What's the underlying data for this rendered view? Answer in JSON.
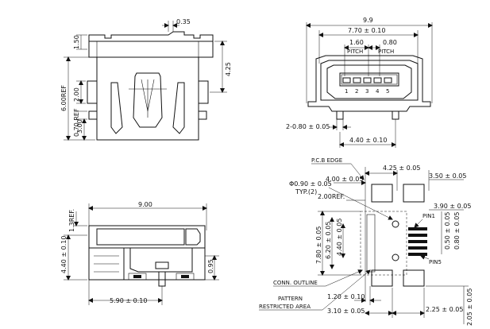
{
  "top_view": {
    "dim_035": "0.35",
    "dim_150": "1.50",
    "dim_425": "4.25",
    "dim_200": "2.00",
    "dim_600ref": "6.00REF",
    "dim_070ref": "0.70 REF",
    "dim_300": "3.00"
  },
  "front_view": {
    "dim_99": "9.9",
    "dim_770": "7.70 ± 0.10",
    "dim_160": "1.60",
    "dim_080": "0.80",
    "pitch_left": "PITCH",
    "pitch_right": "PITCH",
    "pins": [
      "1",
      "2",
      "3",
      "4",
      "5"
    ],
    "dim_2x080": "2-0.80 ± 0.05",
    "dim_440": "4.40 ± 0.10"
  },
  "side_view": {
    "dim_900": "9.00",
    "dim_13ref": "1.3REF.",
    "dim_440": "4.40 ± 0.10",
    "dim_095": "0.95",
    "dim_590": "5.90 ± 0.10"
  },
  "pcb_layout": {
    "pcb_edge": "P.C.B EDGE",
    "dim_400": "4.00 ± 0.05",
    "dim_425": "4.25 ± 0.05",
    "dim_350": "3.50 ± 0.05",
    "hole_dia": "Φ0.90 ± 0.05",
    "typ": "TYP.(2)",
    "dim_200ref": "2.00REF.",
    "pin1": "PIN1",
    "pin5": "PIN5",
    "dim_390": "3.90 ± 0.05",
    "dim_050": "0.50 ± 0.05",
    "dim_080": "0.80 ± 0.05",
    "dim_780": "7.80 ± 0.05",
    "dim_620": "6.20 ± 0.05",
    "dim_440": "4.40 ± 0.05",
    "conn_outline": "CONN. OUTLINE",
    "pattern": "PATTERN",
    "restricted": "RESTRICTED AREA",
    "dim_120": "1.20 ± 0.10",
    "dim_310": "3.10 ± 0.05",
    "dim_225": "2.25 ± 0.05",
    "dim_205": "2.05 ± 0.05"
  }
}
